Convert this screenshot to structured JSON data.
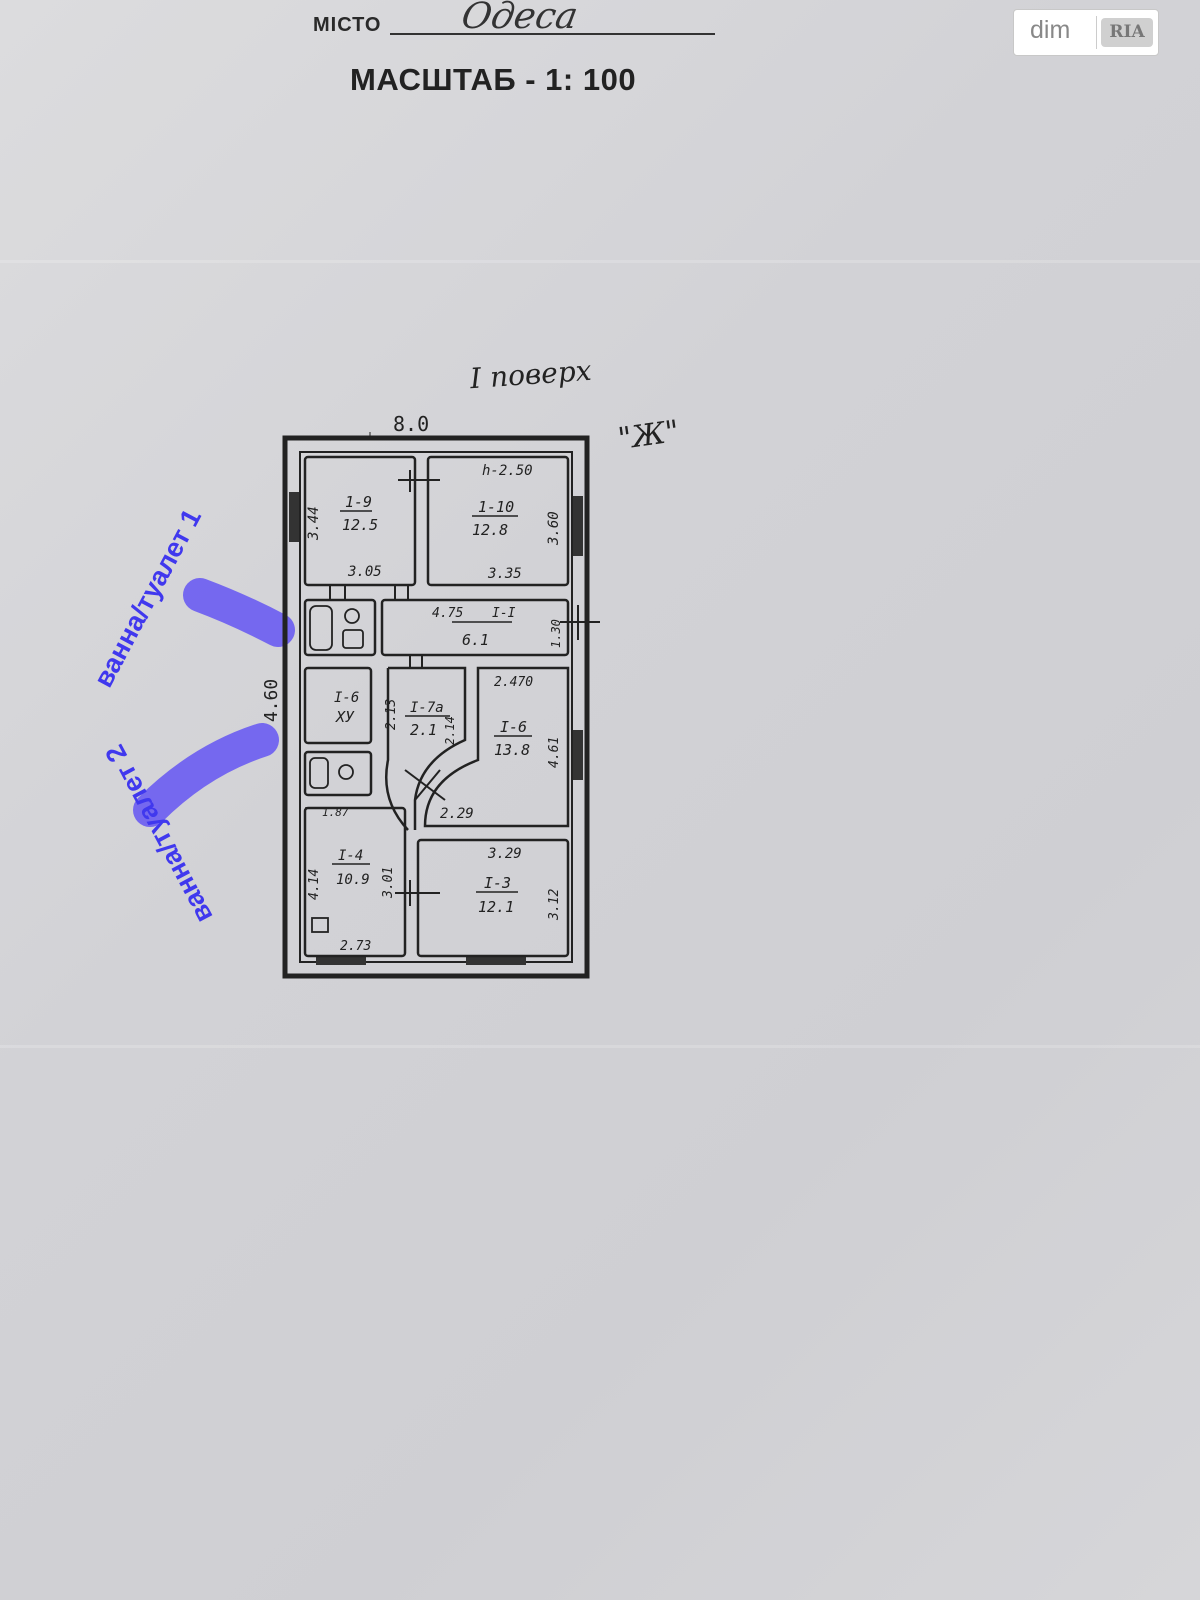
{
  "header": {
    "city_label": "МІСТО",
    "city_value": "Одеса",
    "scale": "МАСШТАБ - 1: 100"
  },
  "logo": {
    "dim": "dim",
    "ria": "RIA"
  },
  "plan": {
    "floor_label": "I поверх",
    "building_label": "\"Ж\"",
    "dim_top": "8.0",
    "dim_left": "4.60",
    "rooms": [
      {
        "id": "1-9",
        "area": "12.5",
        "dim_a": "3.44",
        "dim_b": "3.05"
      },
      {
        "id": "1-10",
        "area": "12.8",
        "dim_a": "h-2.50",
        "dim_b": "3.60",
        "dim_c": "3.35"
      },
      {
        "id": "I-I",
        "area": "6.1",
        "dim_a": "4.75",
        "dim_b": "1.30"
      },
      {
        "id": "I-6",
        "area": "ХУ",
        "dim_a": "2.13"
      },
      {
        "id": "I-7а",
        "area": "2.1",
        "dim_a": "2.14"
      },
      {
        "id": "I-6",
        "area": "13.8",
        "dim_a": "2.470",
        "dim_b": "4.61",
        "dim_c": "2.29"
      },
      {
        "id": "I-4",
        "area": "10.9",
        "dim_a": "1.87",
        "dim_b": "4.14",
        "dim_c": "3.01",
        "dim_d": "2.73"
      },
      {
        "id": "I-3",
        "area": "12.1",
        "dim_a": "3.29",
        "dim_b": "3.12"
      }
    ]
  },
  "annotations": {
    "bath_toilet_1": "ванна/туалет 1",
    "bath_toilet_2": "ванна/туалет 2"
  }
}
